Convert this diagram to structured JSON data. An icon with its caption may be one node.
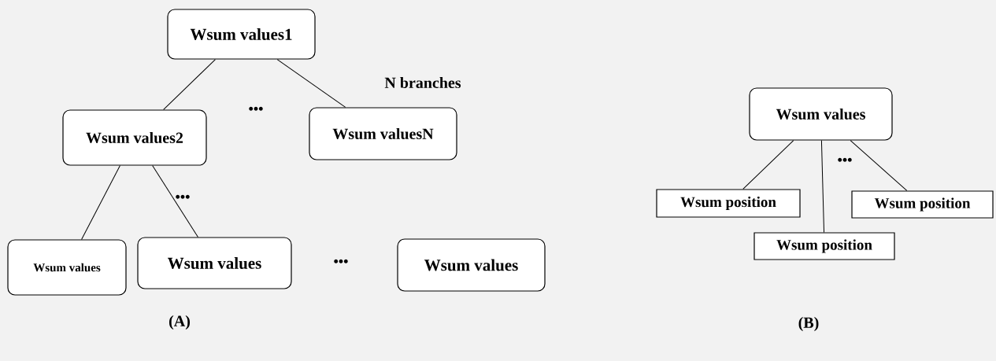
{
  "diagram": {
    "nodes": [
      {
        "text": [
          "Wsum values1"
        ]
      },
      {
        "text": [
          "Wsum values2"
        ]
      },
      {
        "text": [
          "Wsum valuesN"
        ]
      },
      {
        "text": [
          "Wsum values"
        ]
      },
      {
        "text": [
          "Wsum values"
        ]
      },
      {
        "text": [
          "Wsum values"
        ]
      },
      {
        "text": [
          "Wsum values"
        ]
      },
      {
        "text": [
          "Wsum position"
        ]
      },
      {
        "text": [
          "Wsum position"
        ]
      },
      {
        "text": [
          "Wsum position"
        ]
      }
    ],
    "edges": [
      {
        "from": 0,
        "to": 1,
        "arrow": "none"
      },
      {
        "from": 0,
        "to": 2,
        "arrow": "none",
        "label": "N branches"
      },
      {
        "from": 1,
        "to": 3,
        "arrow": "none"
      },
      {
        "from": 1,
        "to": 4,
        "arrow": "none"
      },
      {
        "from": 6,
        "to": 7,
        "arrow": "none"
      },
      {
        "from": 6,
        "to": 8,
        "arrow": "none"
      },
      {
        "from": 6,
        "to": 9,
        "arrow": "none"
      }
    ],
    "labels": [
      "•••",
      "•••",
      "•••",
      "(A)",
      "•••",
      "(B)"
    ]
  }
}
